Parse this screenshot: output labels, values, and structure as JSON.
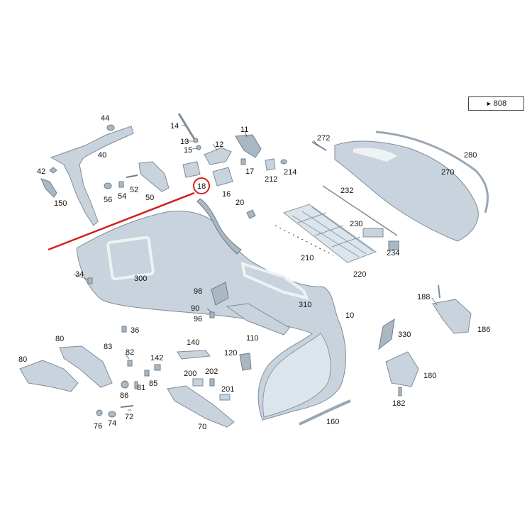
{
  "reference": {
    "arrow_icon": "arrow-right-icon",
    "label": "808"
  },
  "highlight": {
    "part_number": "18",
    "color": "#d21f1f"
  },
  "callouts": {
    "c44": "44",
    "c40": "40",
    "c42": "42",
    "c150": "150",
    "c14": "14",
    "c13": "13",
    "c15": "15",
    "c12": "12",
    "c11": "11",
    "c17": "17",
    "c212": "212",
    "c214": "214",
    "c16": "16",
    "c20": "20",
    "c52": "52",
    "c54": "54",
    "c56": "56",
    "c50": "50",
    "c272": "272",
    "c280": "280",
    "c270": "270",
    "c232": "232",
    "c230": "230",
    "c234": "234",
    "c210": "210",
    "c220": "220",
    "c34": "34",
    "c300": "300",
    "c98": "98",
    "c90": "90",
    "c96": "96",
    "c310": "310",
    "c10": "10",
    "c36": "36",
    "c110": "110",
    "c188": "188",
    "c186": "186",
    "c330": "330",
    "c180": "180",
    "c182": "182",
    "c80a": "80",
    "c80b": "80",
    "c83": "83",
    "c82": "82",
    "c86": "86",
    "c81": "81",
    "c85": "85",
    "c142": "142",
    "c140": "140",
    "c120": "120",
    "c200": "200",
    "c202": "202",
    "c201": "201",
    "c70": "70",
    "c76": "76",
    "c74": "74",
    "c72": "72",
    "c160": "160"
  }
}
